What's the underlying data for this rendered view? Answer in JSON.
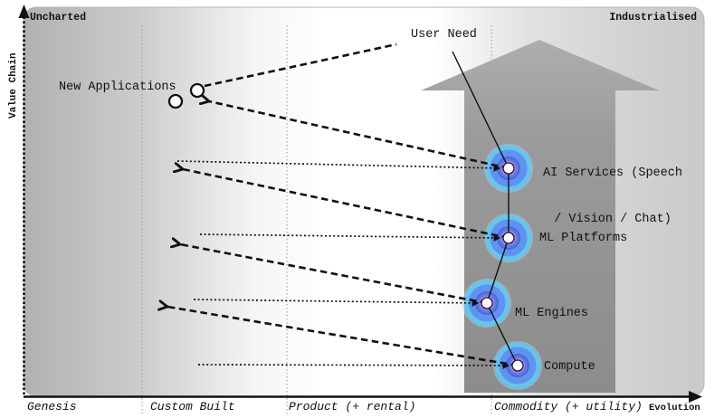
{
  "corner_labels": {
    "top_left": "Uncharted",
    "top_right": "Industrialised"
  },
  "axes": {
    "y_label": "Value Chain",
    "x_label": "Evolution",
    "stages": [
      "Genesis",
      "Custom Built",
      "Product (+ rental)",
      "Commodity (+ utility)"
    ]
  },
  "nodes": {
    "user_need": {
      "label": "User Need"
    },
    "new_applications": {
      "label": "New Applications"
    },
    "ai_services": {
      "label_line1": "AI Services (Speech",
      "label_line2": "/ Vision / Chat)"
    },
    "ml_platforms": {
      "label": "ML Platforms"
    },
    "ml_engines": {
      "label": "ML Engines"
    },
    "compute": {
      "label": "Compute"
    }
  },
  "colors": {
    "panel_left": "#b1b1b1",
    "panel_mid": "#ffffff",
    "panel_right": "#c9c9c9",
    "arrow_top": "#aeaeae",
    "arrow_bottom": "#8c8c8c",
    "node_halo": "#8cd2f5",
    "node_cyan": "#5ec8f0",
    "node_blue": "#6292f0",
    "node_ring_dark": "#4a6ad8",
    "node_inner_blue": "#5b7ce8",
    "node_magenta": "#c77fd8",
    "node_center": "#ffffff",
    "line_color": "#111111"
  }
}
